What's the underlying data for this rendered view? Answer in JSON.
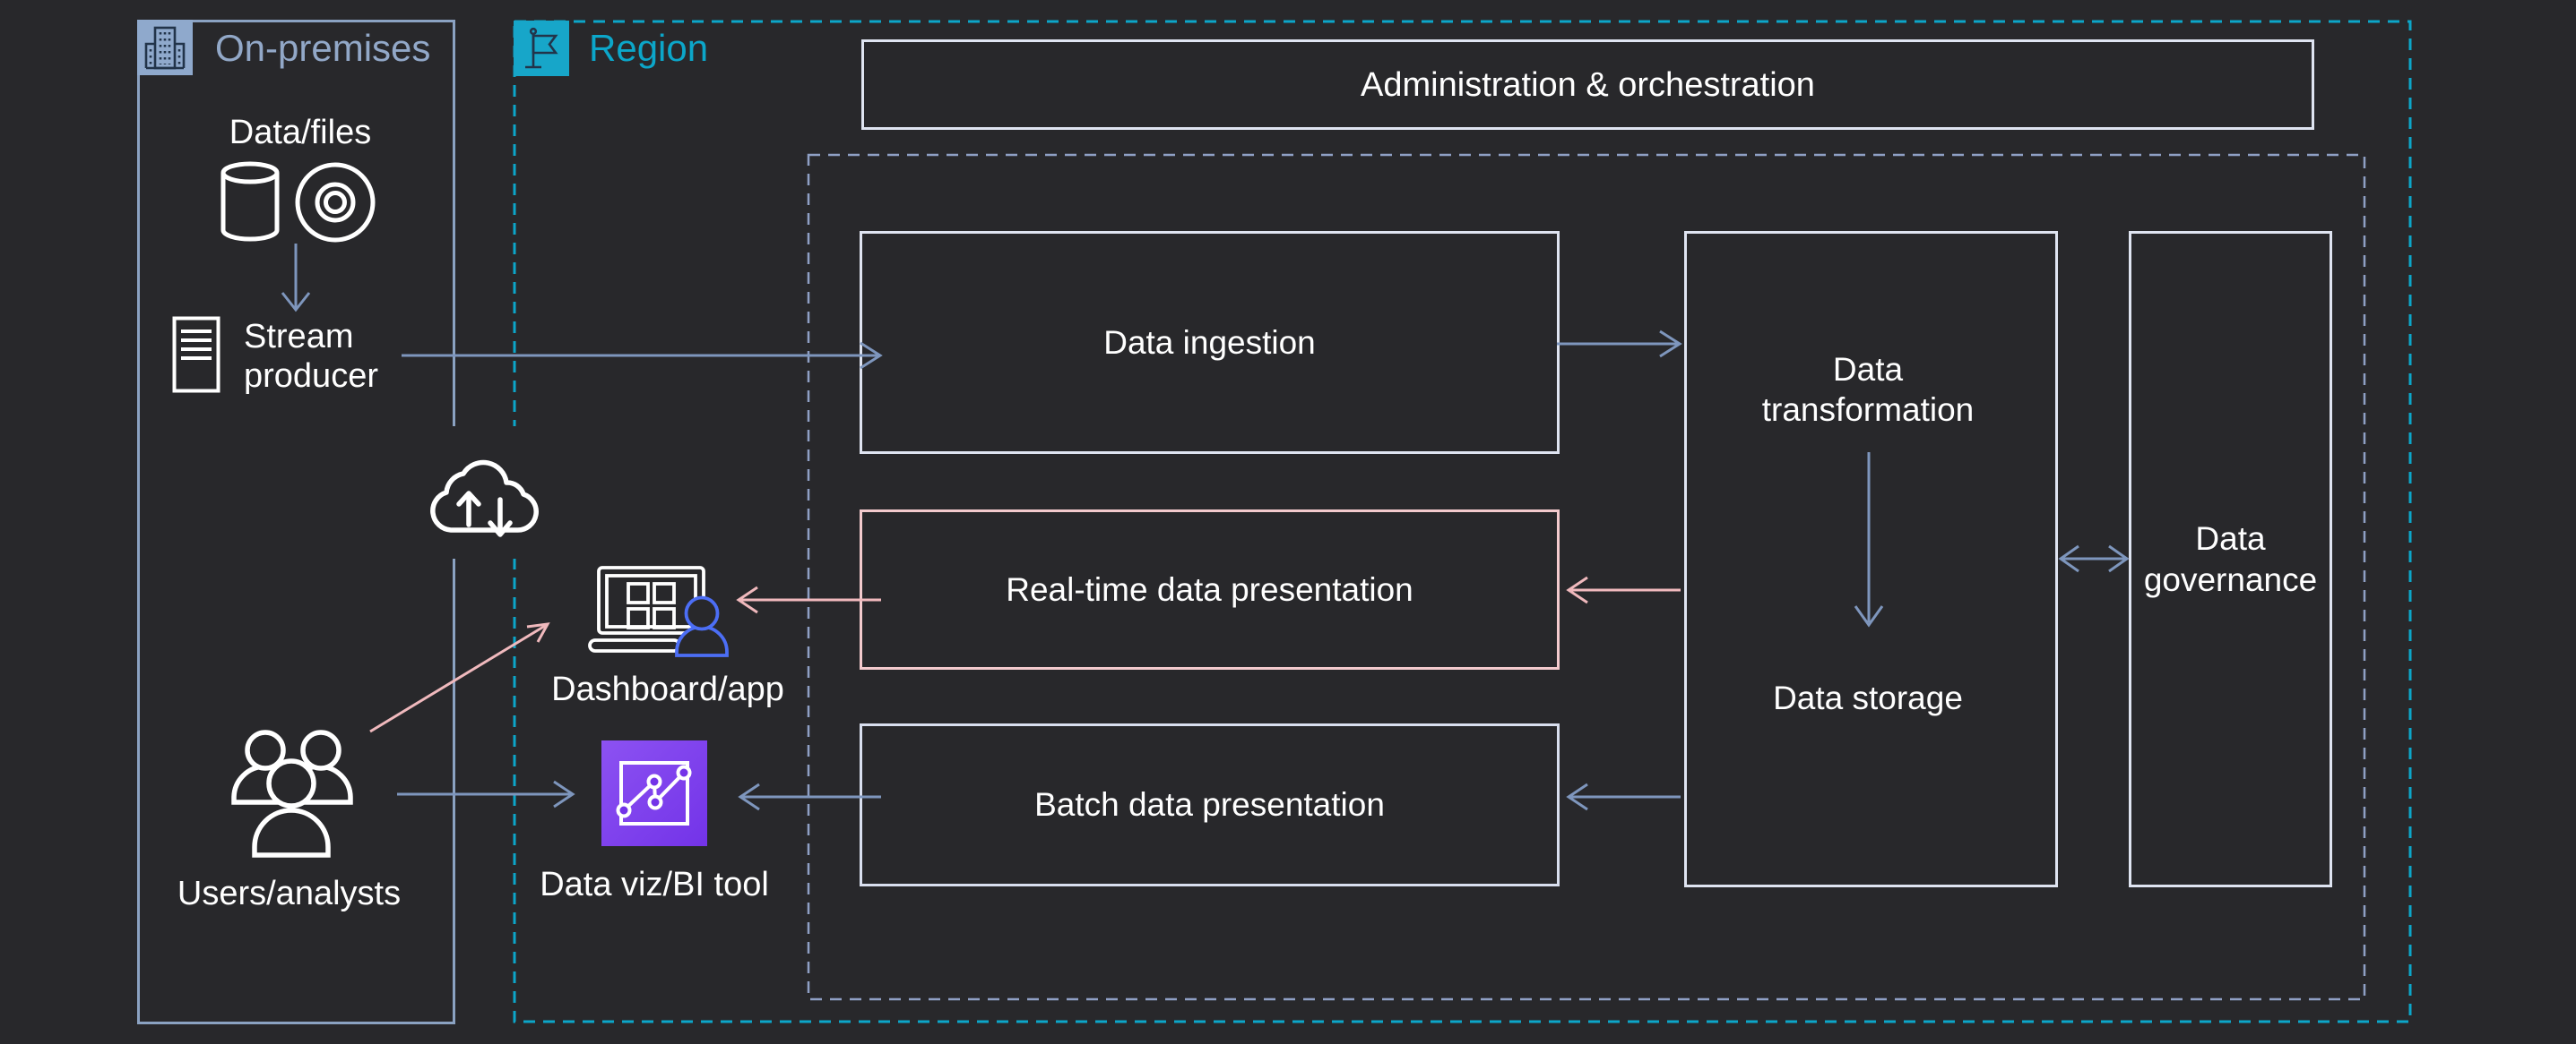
{
  "groups": {
    "on_premises": {
      "label": "On-premises"
    },
    "region": {
      "label": "Region"
    }
  },
  "containers": {
    "admin": {
      "label": "Administration & orchestration"
    }
  },
  "process_boxes": {
    "ingestion": {
      "label": "Data ingestion"
    },
    "realtime": {
      "label": "Real-time data presentation"
    },
    "batch": {
      "label": "Batch data presentation"
    },
    "transformation": {
      "label": "Data transformation"
    },
    "storage": {
      "label": "Data storage"
    },
    "governance": {
      "label": "Data governance"
    }
  },
  "nodes": {
    "data_files": {
      "label": "Data/files"
    },
    "stream_producer": {
      "label": "Stream producer"
    },
    "dashboard": {
      "label": "Dashboard/app"
    },
    "data_viz": {
      "label": "Data viz/BI tool"
    },
    "users": {
      "label": "Users/analysts"
    }
  },
  "icons": [
    "building-icon",
    "flag-icon",
    "database-icon",
    "disc-icon",
    "document-icon",
    "cloud-transfer-icon",
    "laptop-icon",
    "person-icon",
    "chart-icon",
    "users-icon"
  ],
  "colors": {
    "bg": "#28282b",
    "white": "#ffffff",
    "onpremborder": "#8ba2c2",
    "onpremlabel": "#92a8c8",
    "onpremsquare": "#8fa9cc",
    "cyan": "#0ca6c9",
    "cyansquare": "#17a6c9",
    "boxborder": "#dfe4f1",
    "pinkborder": "#f3cacd",
    "batchborder": "#d9dfef",
    "peri": "#8fa0c5",
    "slate": "#7e96bd",
    "pink": "#f0b9bd",
    "personblue": "#4c6ef5",
    "purple1": "#8c52f2",
    "purple2": "#7333e8",
    "iconink": "#22344a"
  }
}
